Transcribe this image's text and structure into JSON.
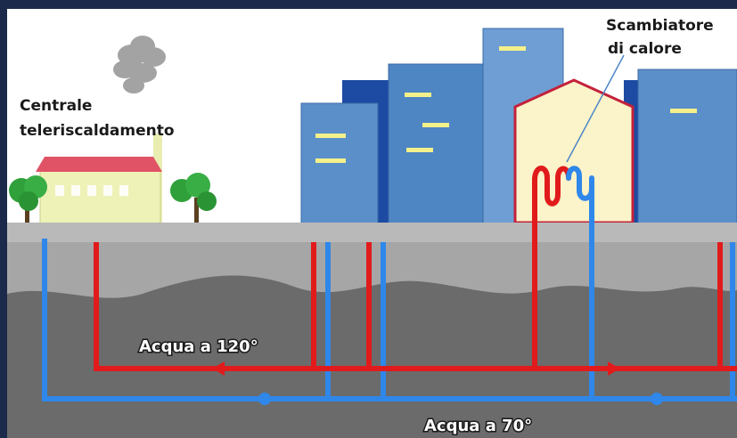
{
  "labels": {
    "plant_line1": "Centrale",
    "plant_line2": "teleriscaldamento",
    "exchanger_line1": "Scambiatore",
    "exchanger_line2": "di calore",
    "hot_water": "Acqua a 120°",
    "cold_water": "Acqua a 70°"
  },
  "colors": {
    "hot_pipe": "#e11b1b",
    "cold_pipe": "#2f87ea",
    "frame": "#1b2a4a",
    "sky": "#ffffff",
    "ground_surface": "#b9b9b9",
    "soil_upper": "#a6a6a6",
    "soil_lower": "#6b6b6b",
    "building_blue": "#4e85c3",
    "building_dark": "#1d4aa2",
    "plant_wall": "#eef2b7",
    "plant_roof": "#e05366",
    "exchanger_house": "#fbf3c9",
    "exchanger_outline": "#c4213b",
    "tree": "#2fa03a"
  }
}
